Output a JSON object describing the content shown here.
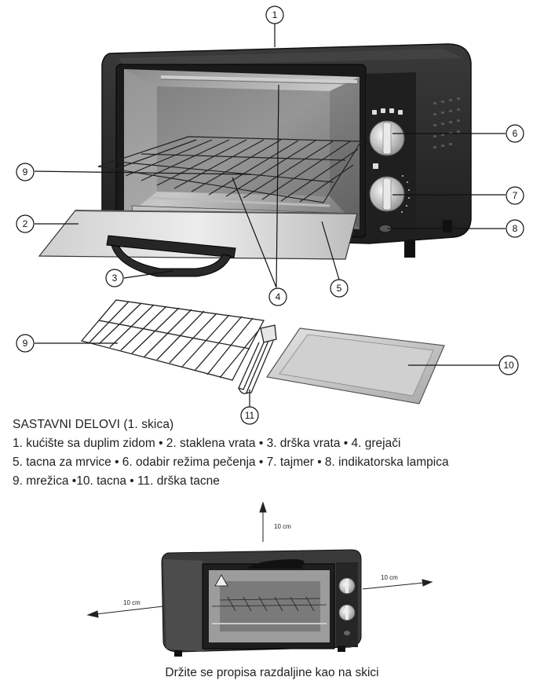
{
  "callouts": {
    "c1": "1",
    "c2": "2",
    "c3": "3",
    "c4": "4",
    "c5": "5",
    "c6": "6",
    "c7": "7",
    "c8": "8",
    "c9a": "9",
    "c9b": "9",
    "c10": "10",
    "c11": "11"
  },
  "parts": {
    "title": "SASTAVNI DELOVI (1. skica)",
    "lines": [
      "1. kućište sa duplim zidom • 2. staklena vrata • 3. drška vrata • 4. grejači",
      "5. tacna za mrvice • 6. odabir režima pečenja • 7. tajmer • 8. indikatorska lampica",
      "9. mrežica •10. tacna • 11. drška tacne"
    ]
  },
  "clearance": {
    "top": "10 cm",
    "right": "10 cm",
    "left": "10 cm"
  },
  "caption": "Držite se propisa razdaljine kao na skici",
  "colors": {
    "body": "#2a2a2a",
    "line": "#111111",
    "glass": "#d6d6d6",
    "tray": "#c9c9c9"
  }
}
